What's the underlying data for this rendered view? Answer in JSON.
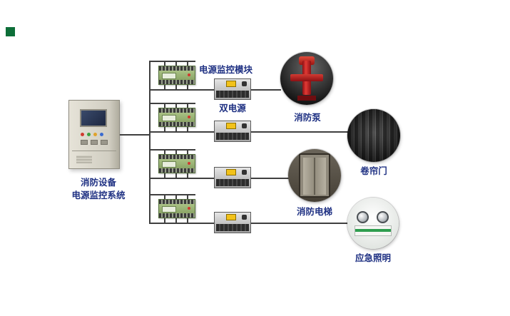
{
  "diagram": {
    "type": "system-topology",
    "system_cabinet": {
      "label_line1": "消防设备",
      "label_line2": "电源监控系统"
    },
    "module_label": "电源监控模块",
    "dual_power_label": "双电源",
    "module_count": 4,
    "loads": [
      {
        "name": "fire-pump",
        "label": "消防泵"
      },
      {
        "name": "rolling-shutter-door",
        "label": "卷帘门"
      },
      {
        "name": "fire-elevator",
        "label": "消防电梯"
      },
      {
        "name": "emergency-lighting",
        "label": "应急照明"
      }
    ],
    "colors": {
      "label_text": "#1f3183",
      "wire": "#3f3f3f",
      "module_green": "#8ba567",
      "ats_yellow": "#f2c21a",
      "corner_marker_green": "#0d6e38",
      "pump_red": "#c41a1e",
      "emergency_stripe_green": "#2f9e4f"
    }
  }
}
